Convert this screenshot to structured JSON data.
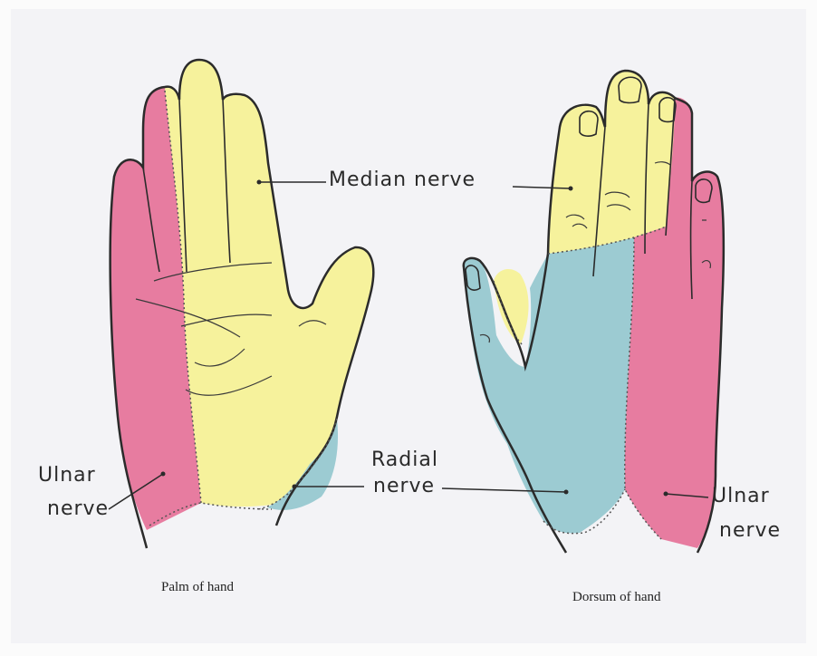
{
  "labels": {
    "median": "Median nerve",
    "radial_line1": "Radial",
    "radial_line2": "nerve",
    "ulnar_left_line1": "Ulnar",
    "ulnar_left_line2": "nerve",
    "ulnar_right_line1": "Ulnar",
    "ulnar_right_line2": "nerve"
  },
  "captions": {
    "palm": "Palm of hand",
    "dorsum": "Dorsum of hand"
  },
  "colors": {
    "median": "#f6f29c",
    "ulnar": "#e77ca0",
    "radial": "#9ccbd2",
    "outline": "#2b2b2b",
    "background": "#fbfbfb"
  }
}
